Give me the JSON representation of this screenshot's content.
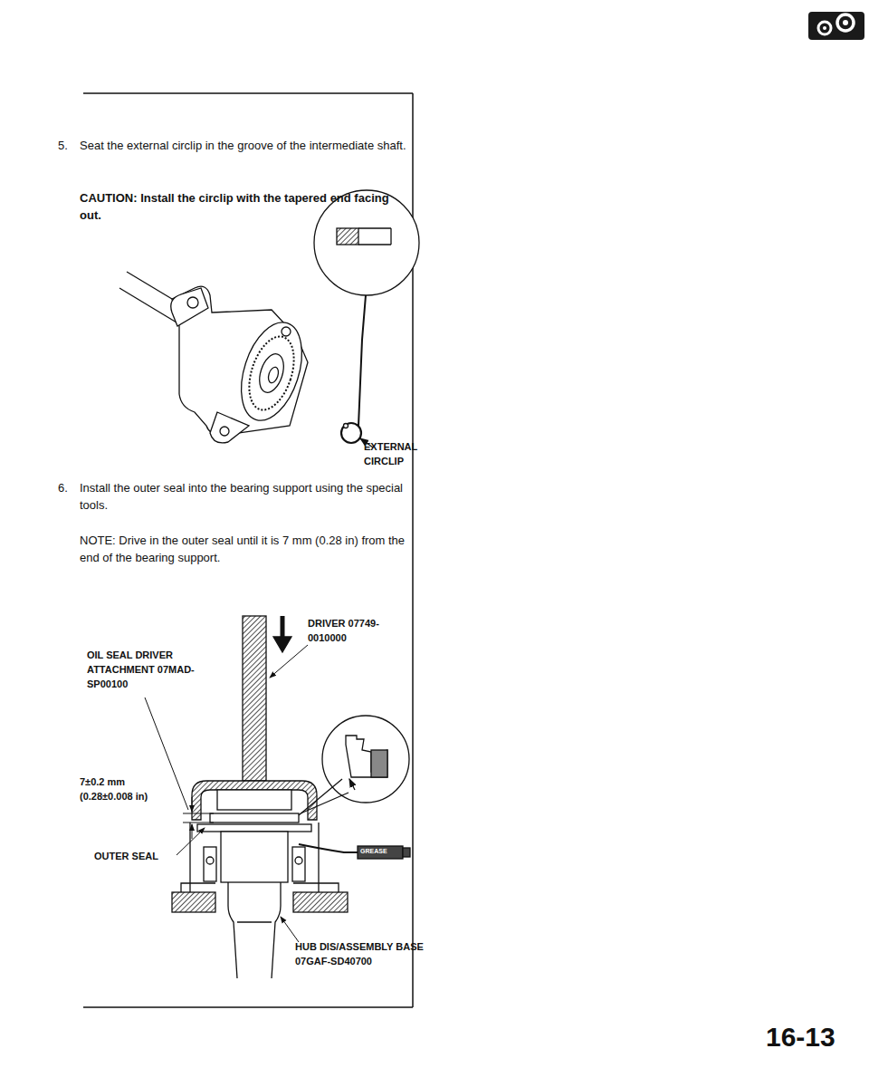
{
  "diagram": {
    "labels": [
      "5.",
      "Seat the external circlip in the groove of the intermediate shaft.",
      "CAUTION: Install the circlip with the tapered end facing out.",
      "EXTERNAL CIRCLIP",
      "6.",
      "Install the outer seal into the bearing support using the special tools.",
      "NOTE: Drive in the outer seal until it is 7 mm (0.28 in) from the end of the bearing support.",
      "DRIVER 07749-0010000",
      "OIL SEAL DRIVER ATTACHMENT 07MAD-SP00100",
      "7±0.2 mm (0.28±0.008 in)",
      "OUTER SEAL",
      "GREASE",
      "HUB DIS/ASSEMBLY BASE 07GAF-SD40700",
      "16-13"
    ]
  }
}
